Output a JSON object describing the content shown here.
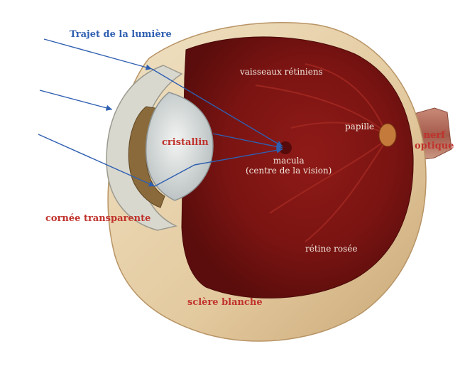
{
  "labels": {
    "light_path": "Trajet de la lumière",
    "retinal_vessels": "vaisseaux rétiniens",
    "papilla": "papille",
    "optic_nerve_line1": "nerf",
    "optic_nerve_line2": "optique",
    "lens": "cristallin",
    "macula_line1": "macula",
    "macula_line2": "(centre de la vision)",
    "cornea": "cornée transparente",
    "retina": "rétine rosée",
    "sclera": "sclère blanche"
  },
  "colors": {
    "arrow_blue": "#2f5fb0",
    "label_red": "#c0322c",
    "retina_dark_red": "#7a1412",
    "sclera_cream": "#e8d3b0"
  }
}
